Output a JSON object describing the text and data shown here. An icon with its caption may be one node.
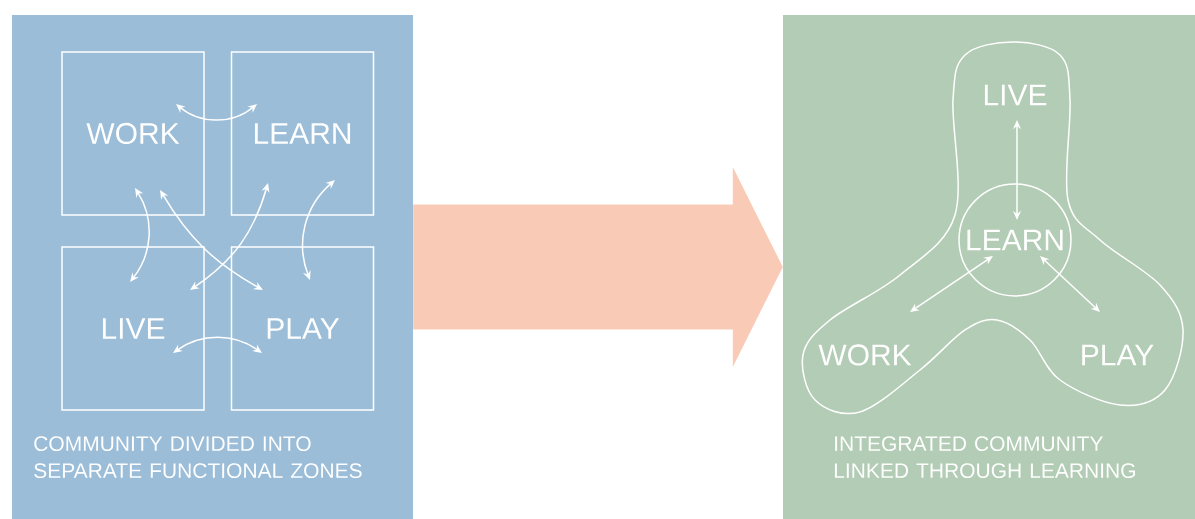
{
  "diagram": {
    "nodes": [
      {
        "text": [
          "COMMUNITY DIVIDED INTO SEPARATE FUNCTIONAL ZONES"
        ]
      },
      {
        "text": [
          "WORK"
        ],
        "in": 0
      },
      {
        "text": [
          "LEARN"
        ],
        "in": 0
      },
      {
        "text": [
          "LIVE"
        ],
        "in": 0
      },
      {
        "text": [
          "PLAY"
        ],
        "in": 0
      },
      {
        "text": [
          "INTEGRATED COMMUNITY LINKED THROUGH LEARNING"
        ]
      },
      {
        "text": [],
        "shape": "trefoil",
        "in": 5
      },
      {
        "text": [
          "LIVE"
        ],
        "in": 6
      },
      {
        "text": [
          "LEARN"
        ],
        "in": 6
      },
      {
        "text": [
          "WORK"
        ],
        "in": 6
      },
      {
        "text": [
          "PLAY"
        ],
        "in": 6
      }
    ],
    "edges": [
      {
        "from": 1,
        "to": 2,
        "arrow": "both"
      },
      {
        "from": 1,
        "to": 3,
        "arrow": "both"
      },
      {
        "from": 1,
        "to": 4,
        "arrow": "both"
      },
      {
        "from": 2,
        "to": 3,
        "arrow": "both"
      },
      {
        "from": 2,
        "to": 4,
        "arrow": "both"
      },
      {
        "from": 3,
        "to": 4,
        "arrow": "both"
      },
      {
        "from": 0,
        "to": 5,
        "arrow": "to",
        "style": "thick",
        "color": "#f9cbb6"
      },
      {
        "from": 7,
        "to": 8,
        "arrow": "both"
      },
      {
        "from": 8,
        "to": 9,
        "arrow": "both"
      },
      {
        "from": 8,
        "to": 10,
        "arrow": "both"
      }
    ]
  }
}
